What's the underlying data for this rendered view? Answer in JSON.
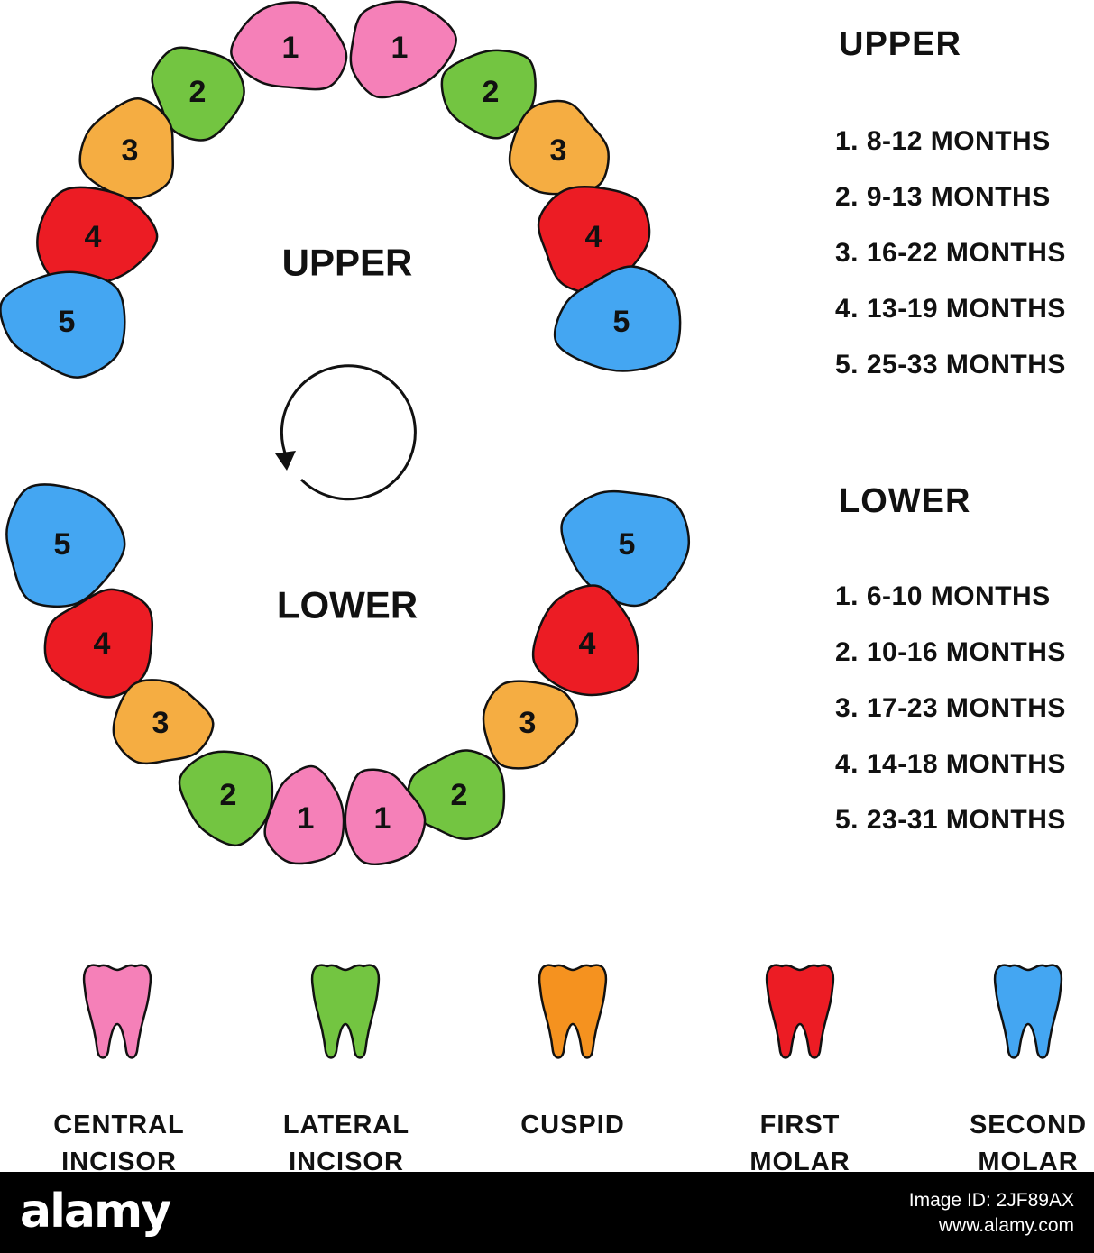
{
  "colors": {
    "central_incisor": "#f580b8",
    "lateral_incisor": "#73c541",
    "cuspid": "#f5ad42",
    "cuspid_icon": "#f5921f",
    "first_molar": "#ec1c24",
    "second_molar": "#44a6f2",
    "outline": "#111111",
    "bar": "#000000"
  },
  "diagram": {
    "upper_title": "UPPER",
    "lower_title": "LOWER",
    "rotation_icon": "circular-arrow-icon",
    "upper_teeth": [
      {
        "num": "1",
        "type": "central_incisor"
      },
      {
        "num": "1",
        "type": "central_incisor"
      },
      {
        "num": "2",
        "type": "lateral_incisor"
      },
      {
        "num": "2",
        "type": "lateral_incisor"
      },
      {
        "num": "3",
        "type": "cuspid"
      },
      {
        "num": "3",
        "type": "cuspid"
      },
      {
        "num": "4",
        "type": "first_molar"
      },
      {
        "num": "4",
        "type": "first_molar"
      },
      {
        "num": "5",
        "type": "second_molar"
      },
      {
        "num": "5",
        "type": "second_molar"
      }
    ],
    "lower_teeth": [
      {
        "num": "5",
        "type": "second_molar"
      },
      {
        "num": "5",
        "type": "second_molar"
      },
      {
        "num": "4",
        "type": "first_molar"
      },
      {
        "num": "4",
        "type": "first_molar"
      },
      {
        "num": "3",
        "type": "cuspid"
      },
      {
        "num": "3",
        "type": "cuspid"
      },
      {
        "num": "2",
        "type": "lateral_incisor"
      },
      {
        "num": "2",
        "type": "lateral_incisor"
      },
      {
        "num": "1",
        "type": "central_incisor"
      },
      {
        "num": "1",
        "type": "central_incisor"
      }
    ]
  },
  "legend": {
    "upper": {
      "title": "UPPER",
      "items": [
        "1. 8-12 MONTHS",
        "2. 9-13 MONTHS",
        "3. 16-22 MONTHS",
        "4. 13-19 MONTHS",
        "5. 25-33 MONTHS"
      ]
    },
    "lower": {
      "title": "LOWER",
      "items": [
        "1. 6-10 MONTHS",
        "2. 10-16 MONTHS",
        "3. 17-23 MONTHS",
        "4. 14-18 MONTHS",
        "5. 23-31 MONTHS"
      ]
    }
  },
  "tooth_types": [
    {
      "line1": "CENTRAL",
      "line2": "INCISOR",
      "color_key": "central_incisor",
      "icon": "tooth-icon"
    },
    {
      "line1": "LATERAL",
      "line2": "INCISOR",
      "color_key": "lateral_incisor",
      "icon": "tooth-icon"
    },
    {
      "line1": "CUSPID",
      "line2": "",
      "color_key": "cuspid_icon",
      "icon": "tooth-icon"
    },
    {
      "line1": "FIRST",
      "line2": "MOLAR",
      "color_key": "first_molar",
      "icon": "tooth-icon"
    },
    {
      "line1": "SECOND",
      "line2": "MOLAR",
      "color_key": "second_molar",
      "icon": "tooth-icon"
    }
  ],
  "watermark": {
    "logo": "alamy",
    "image_id": "Image ID: 2JF89AX",
    "site": "www.alamy.com"
  }
}
